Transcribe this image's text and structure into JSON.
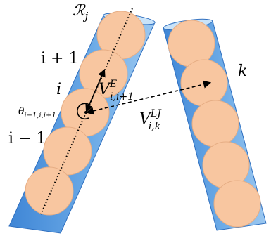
{
  "colors": {
    "tube_fill": "#5b9bdf",
    "tube_edge": "#2f6fbf",
    "tube_highlight": "#a9d0f5",
    "bead_fill": "#f8c6a0",
    "bead_edge": "#e2a97f",
    "line_color": "#000000"
  },
  "labels": {
    "rod": {
      "main": "ℛ",
      "sub": "j"
    },
    "i_plus_1": "i + 1",
    "i": "i",
    "i_minus_1": "i − 1",
    "k": "k",
    "angle": {
      "main": "θ",
      "sub": "i−1,i,i+1"
    },
    "v_elastic": {
      "main": "V",
      "sup": "E",
      "sub": "i,i+1"
    },
    "v_lj": {
      "main": "V",
      "sup": "LJ",
      "sub": "i,k"
    }
  },
  "icons": {
    "angle_marker": "curved-arc-arrow-icon",
    "double_arrow_elastic": "double-headed-arrow-icon",
    "double_arrow_lj": "dashed-double-headed-arrow-icon"
  }
}
